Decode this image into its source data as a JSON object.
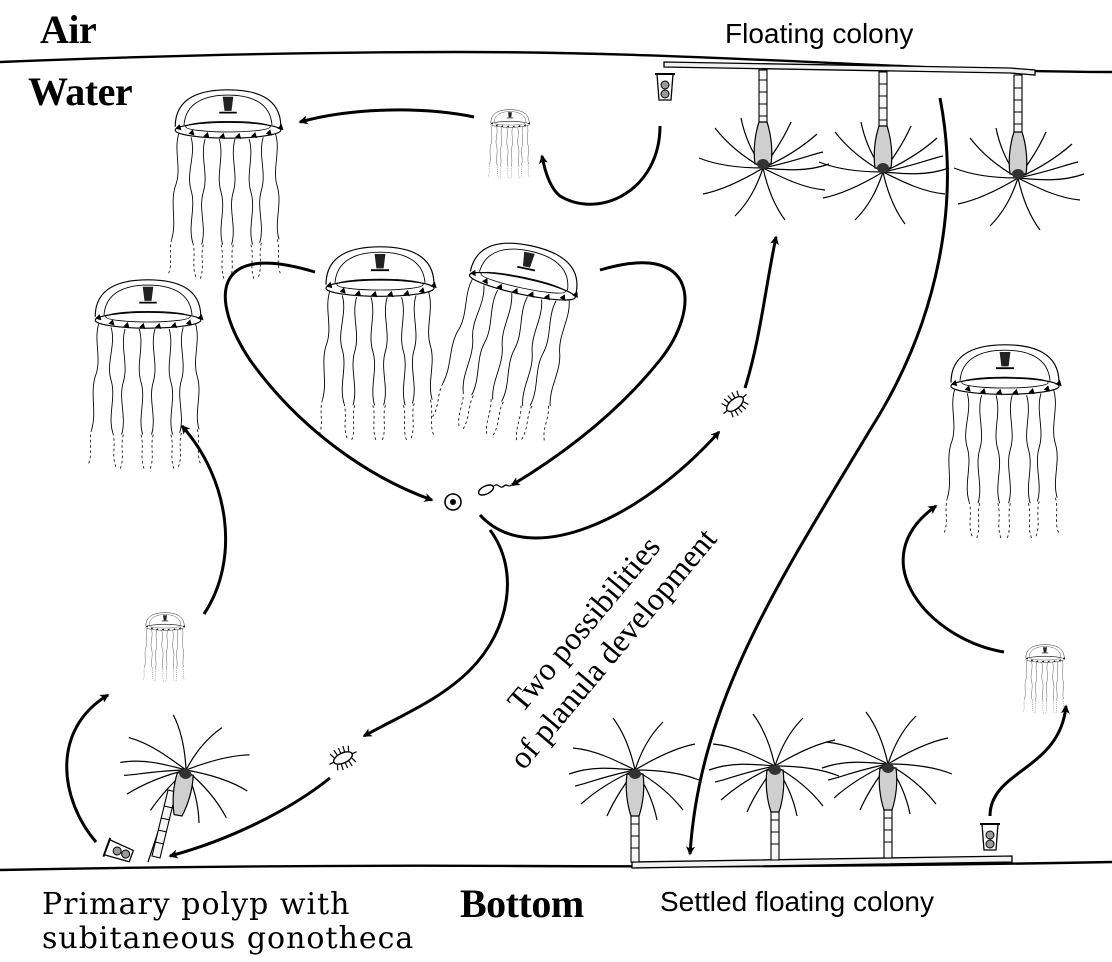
{
  "labels": {
    "air": "Air",
    "water": "Water",
    "bottom": "Bottom",
    "floating_colony": "Floating colony",
    "settled_floating_colony": "Settled floating colony",
    "primary_polyp_line1": "Primary polyp with",
    "primary_polyp_line2": "subitaneous gonotheca",
    "planula_line1": "Two possibilities",
    "planula_line2": "of planula development"
  },
  "colors": {
    "ink": "#000000",
    "background": "#ffffff",
    "polyp_fill": "#d0d0d0"
  },
  "icons": [
    "medusa-icon",
    "polyp-icon",
    "planula-icon",
    "egg-icon",
    "sperm-icon",
    "gonotheca-icon",
    "stolon-icon"
  ]
}
